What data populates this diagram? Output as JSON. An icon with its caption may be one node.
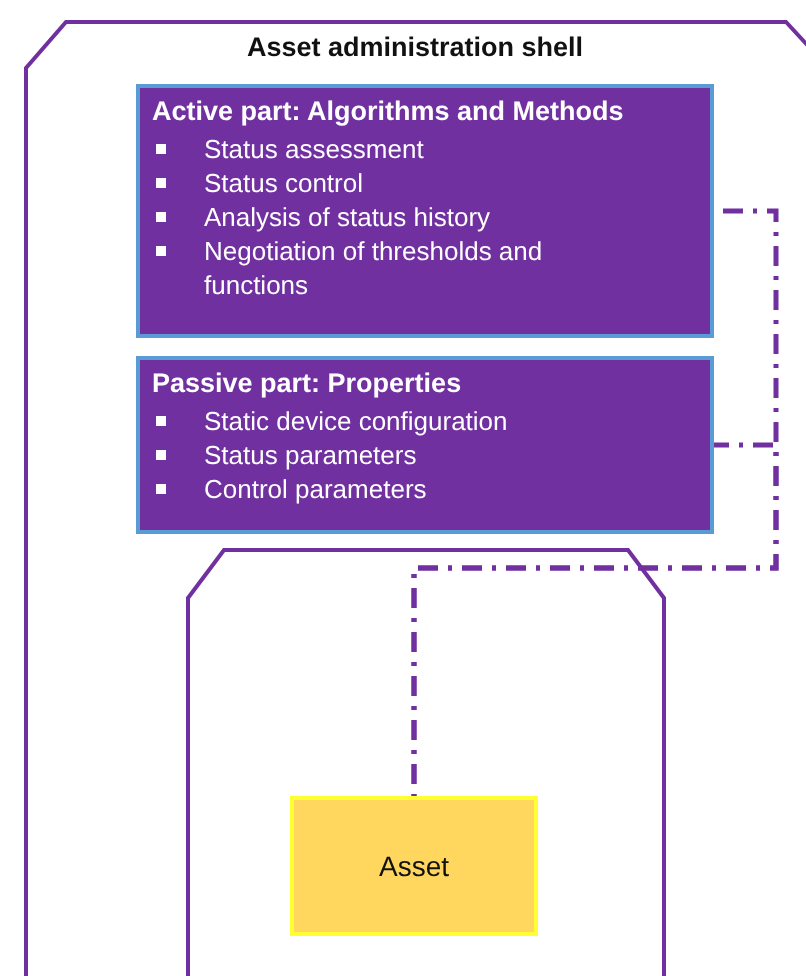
{
  "diagram": {
    "nodes": [
      {
        "text": [
          "Asset administration shell"
        ]
      },
      {
        "text": [
          "Active part: Algorithms and Methods",
          "Status assessment",
          "Status control",
          "Analysis of status history",
          "Negotiation of thresholds and functions"
        ],
        "in": 0
      },
      {
        "text": [
          "Passive part: Properties",
          "Static device configuration",
          "Status parameters",
          "Control parameters"
        ],
        "in": 0
      },
      {
        "text": [],
        "shape": "box",
        "in": 0
      },
      {
        "text": [
          "Asset"
        ],
        "in": 3
      }
    ],
    "edges": [
      {
        "from": 1,
        "to": 4,
        "arrow": "none",
        "style": "dashed"
      },
      {
        "from": 2,
        "to": 4,
        "arrow": "none",
        "style": "dashed"
      }
    ]
  }
}
